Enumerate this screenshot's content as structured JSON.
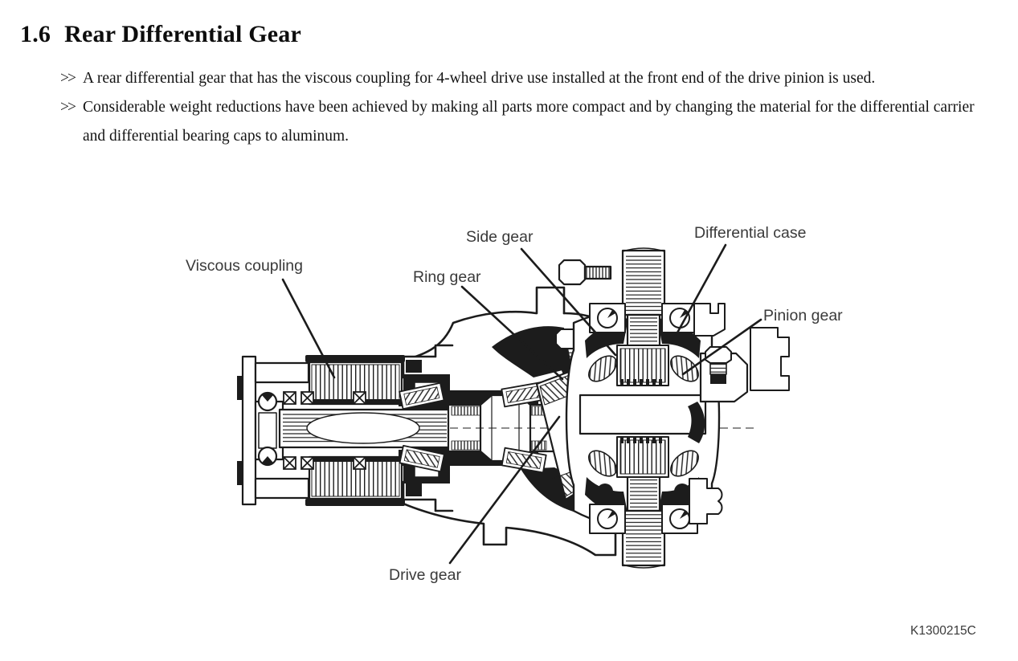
{
  "page": {
    "section_number": "1.6",
    "title": "Rear Differential Gear",
    "bullet_marker": ">>",
    "bullets": [
      "A rear differential gear that has the viscous coupling for 4-wheel drive use installed at the front end of the drive pinion is used.",
      "Considerable weight reductions have been achieved by making all parts more compact and by changing the material for the differential carrier and differential bearing caps to aluminum."
    ]
  },
  "figure": {
    "code": "K1300215C",
    "labels": {
      "viscous_coupling": "Viscous coupling",
      "ring_gear": "Ring gear",
      "side_gear": "Side gear",
      "differential_case": "Differential case",
      "pinion_gear": "Pinion gear",
      "drive_gear": "Drive gear"
    }
  },
  "colors": {
    "ink": "#1c1c1c",
    "label_text": "#3a3a3a",
    "background": "#ffffff"
  }
}
